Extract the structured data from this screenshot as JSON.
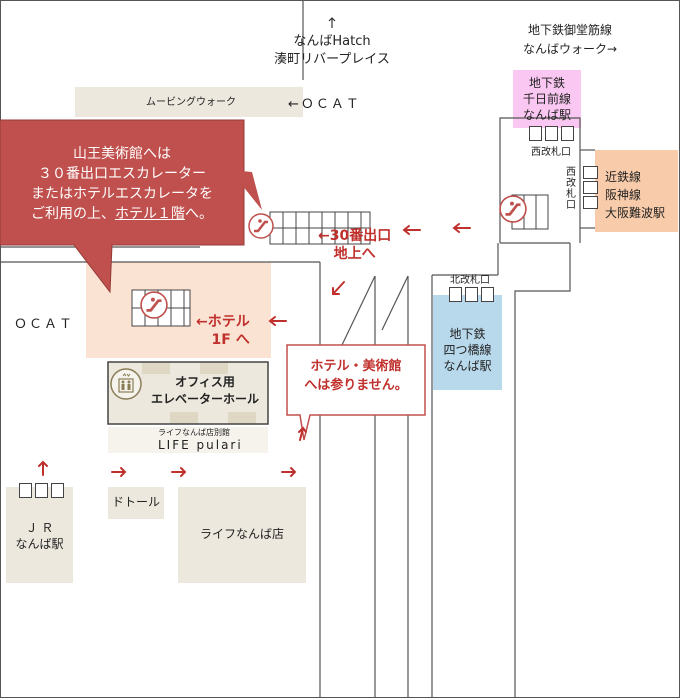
{
  "colors": {
    "beige_building": "#ece8de",
    "lift_building": "#f5f3ec",
    "hotel_zone": "#fbe3d3",
    "subway_senichimae": "#f9c7f1",
    "kintetsu_hanshin": "#f8ccaa",
    "subway_yotsubashi": "#b8d8ec",
    "callout_red": "#c0504d",
    "accent_red": "#c0302c"
  },
  "labels": {
    "hatch_line1": "なんばHatch",
    "hatch_line2": "湊町リバープレイス",
    "midosuji_line1": "地下鉄御堂筋線",
    "midosuji_line2": "なんばウォーク→",
    "moving_walk": "ムービングウォーク",
    "ocat_top": "←ＯＣＡＴ",
    "ocat_left": "ＯＣＡＴ",
    "sennichimae_line1": "地下鉄",
    "sennichimae_line2": "千日前線",
    "sennichimae_line3": "なんば駅",
    "west_gate": "西改札口",
    "west_gate_vertical": "西改札口",
    "kintetsu_line1": "近鉄線",
    "kintetsu_line2": "阪神線",
    "kintetsu_line3": "大阪難波駅",
    "exit30_line1": "←30番出口",
    "exit30_line2": "地上へ",
    "north_gate": "北改札口",
    "yotsubashi_line1": "地下鉄",
    "yotsubashi_line2": "四つ橋線",
    "yotsubashi_line3": "なんば駅",
    "hotel_1f_line1": "←ホテル",
    "hotel_1f_line2": "1F へ",
    "office_elevator_line1": "オフィス用",
    "office_elevator_line2": "エレベーターホール",
    "life_annex_line1": "ライフなんば店別館",
    "life_annex_line2": "LIFE pulari",
    "doutor": "ドトール",
    "life_store": "ライフなんば店",
    "jr_line1": "Ｊ Ｒ",
    "jr_line2": "なんば駅"
  },
  "callouts": {
    "main": {
      "line1": "山王美術館へは",
      "line2": "３０番出口エスカレーター",
      "line3": "またはホテルエスカレータを",
      "line4_pre": "ご利用の上、",
      "line4_link": "ホテル１階",
      "line4_post": "へ。"
    },
    "notice": {
      "line1": "ホテル・美術館",
      "line2": "へは参りません。"
    }
  },
  "icons": [
    "escalator-icon",
    "escalator-icon",
    "escalator-icon",
    "elevator-icon",
    "arrow-icon"
  ]
}
